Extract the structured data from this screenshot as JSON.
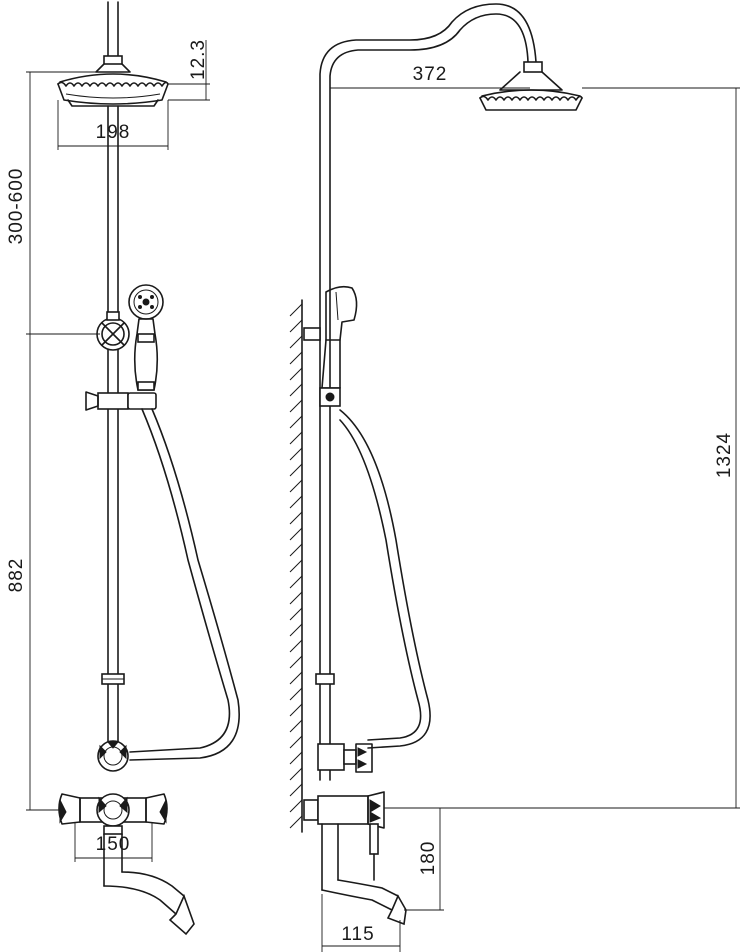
{
  "dimensions": {
    "head_height": "12.3",
    "head_width": "198",
    "rail_adjust": "300-600",
    "mount_height": "882",
    "mixer_spacing": "150",
    "arm_reach": "372",
    "total_height": "1324",
    "spout_drop": "180",
    "spout_reach": "115"
  }
}
